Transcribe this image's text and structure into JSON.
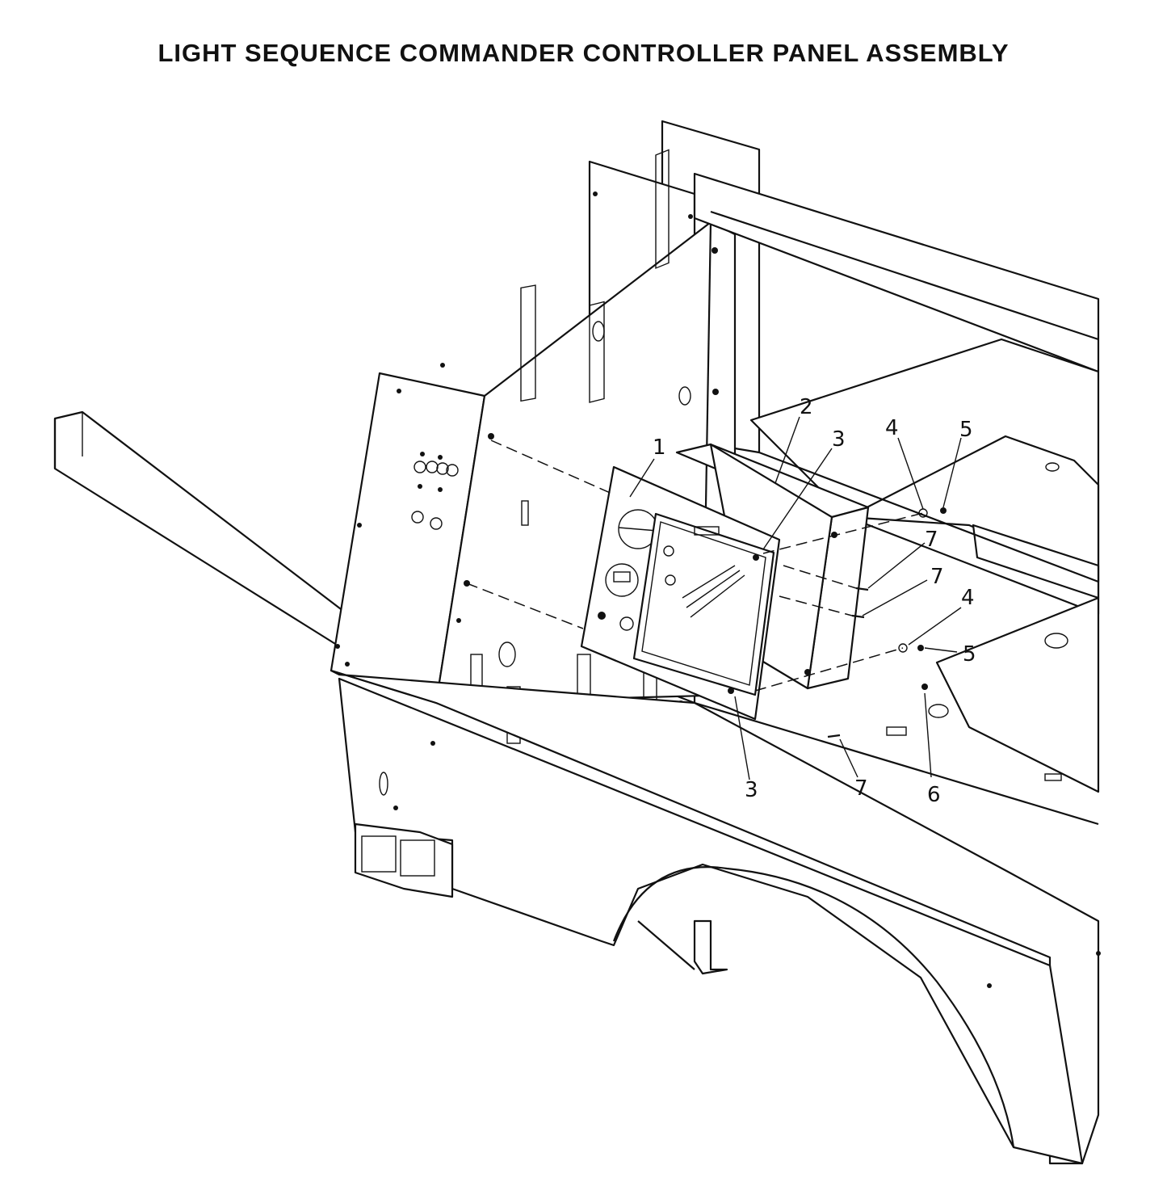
{
  "title": "LIGHT SEQUENCE COMMANDER CONTROLLER PANEL ASSEMBLY",
  "callouts": [
    {
      "id": "c1",
      "label": "1"
    },
    {
      "id": "c2",
      "label": "2"
    },
    {
      "id": "c3a",
      "label": "3"
    },
    {
      "id": "c3b",
      "label": "3"
    },
    {
      "id": "c4a",
      "label": "4"
    },
    {
      "id": "c4b",
      "label": "4"
    },
    {
      "id": "c5a",
      "label": "5"
    },
    {
      "id": "c5b",
      "label": "5"
    },
    {
      "id": "c6",
      "label": "6"
    },
    {
      "id": "c7a",
      "label": "7"
    },
    {
      "id": "c7b",
      "label": "7"
    },
    {
      "id": "c7c",
      "label": "7"
    }
  ]
}
